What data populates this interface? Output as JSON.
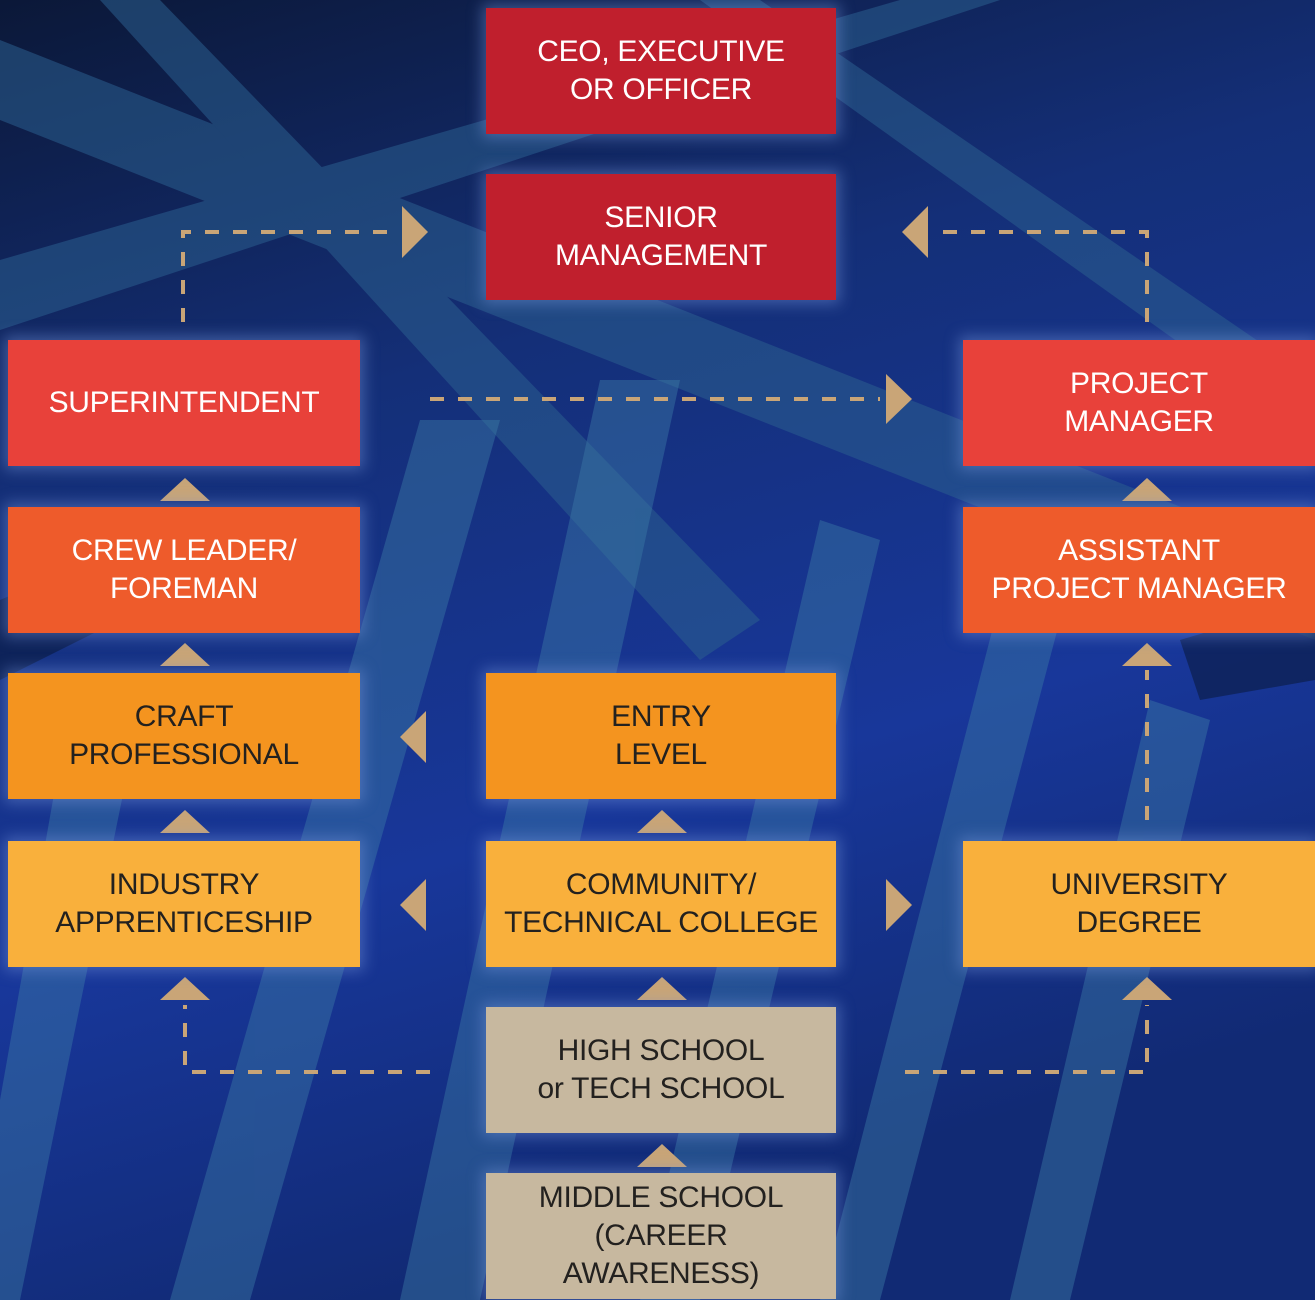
{
  "colors": {
    "red_dark": "#c01f2d",
    "red": "#e8413a",
    "orange_red": "#ee5b2b",
    "orange": "#f4941f",
    "amber": "#f9b03c",
    "tan": "#c7b89f",
    "connector": "#c9a577",
    "sky_dark": "#0d1c44",
    "sky_blue": "#1a3d9a"
  },
  "boxes": {
    "ceo": "CEO, EXECUTIVE\nOR OFFICER",
    "senior_management": "SENIOR\nMANAGEMENT",
    "superintendent": "SUPERINTENDENT",
    "project_manager": "PROJECT\nMANAGER",
    "crew_leader": "CREW LEADER/\nFOREMAN",
    "assistant_pm": "ASSISTANT\nPROJECT MANAGER",
    "craft_professional": "CRAFT\nPROFESSIONAL",
    "entry_level": "ENTRY\nLEVEL",
    "industry_apprenticeship": "INDUSTRY\nAPPRENTICESHIP",
    "community_college": "COMMUNITY/\nTECHNICAL COLLEGE",
    "university_degree": "UNIVERSITY\nDEGREE",
    "high_school": "HIGH SCHOOL\nor TECH SCHOOL",
    "middle_school": "MIDDLE SCHOOL\n(CAREER AWARENESS)"
  }
}
